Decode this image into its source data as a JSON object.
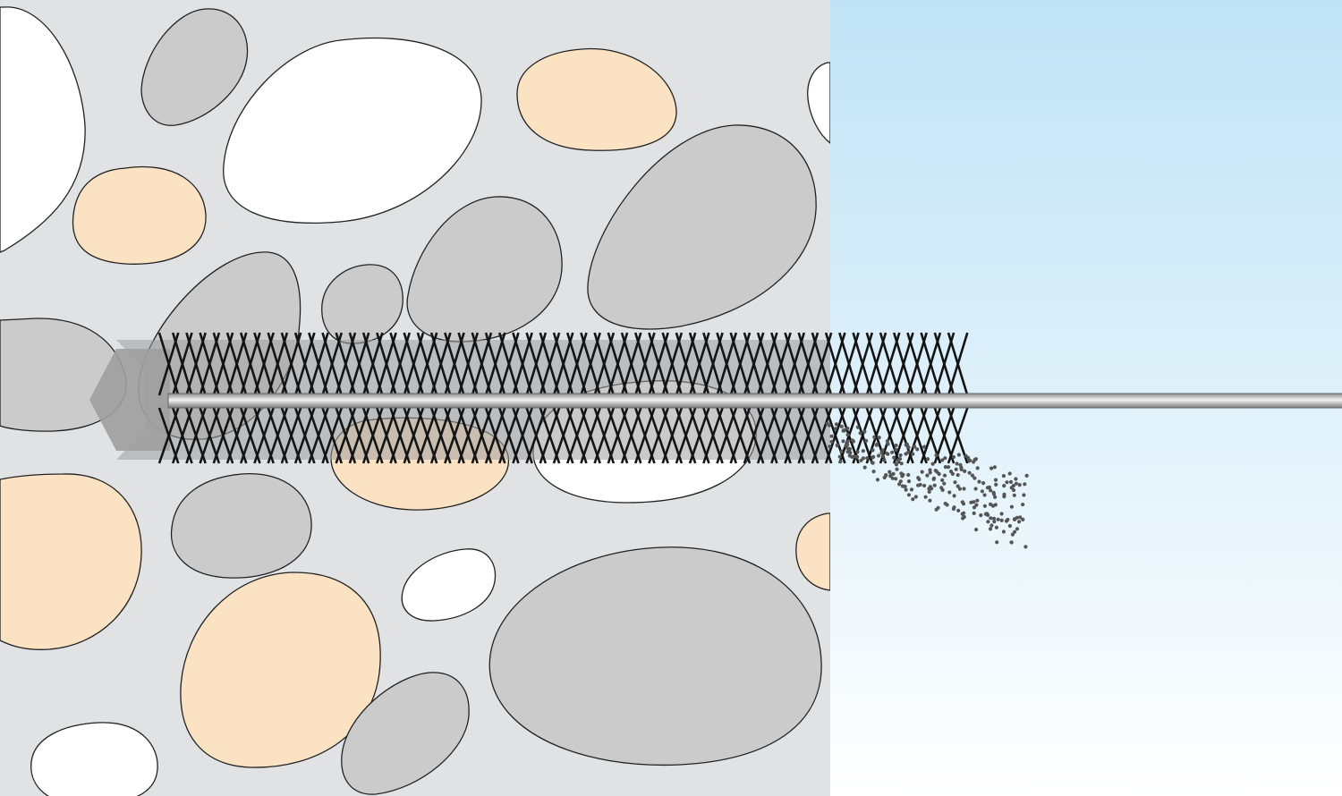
{
  "diagram": {
    "kind": "drill-hole cleaning with round brush",
    "colors": {
      "concrete": "#e1e2e4",
      "stone_gray": "#cbcbcb",
      "stone_white": "#ffffff",
      "stone_tan": "#fbe2c3",
      "outline": "#222222",
      "air_top": "#bfe3f6",
      "air_bottom": "#ffffff",
      "bristle": "#141414",
      "rod": "#c9c9c9",
      "hole": "#9e9e9e",
      "dust": "#555555"
    },
    "stones": [
      {
        "name": "stone-gray-1",
        "material": "gray"
      },
      {
        "name": "stone-white-1",
        "material": "white"
      },
      {
        "name": "stone-tan-1",
        "material": "tan"
      },
      {
        "name": "stone-white-2",
        "material": "white"
      },
      {
        "name": "stone-tan-2",
        "material": "tan"
      },
      {
        "name": "stone-gray-2",
        "material": "gray"
      },
      {
        "name": "stone-gray-3",
        "material": "gray"
      },
      {
        "name": "stone-gray-4",
        "material": "gray"
      },
      {
        "name": "stone-gray-5",
        "material": "gray"
      },
      {
        "name": "stone-white-3",
        "material": "white"
      },
      {
        "name": "stone-gray-6",
        "material": "gray"
      },
      {
        "name": "stone-tan-3",
        "material": "tan"
      },
      {
        "name": "stone-white-4",
        "material": "white"
      },
      {
        "name": "stone-tan-4",
        "material": "tan"
      },
      {
        "name": "stone-gray-7",
        "material": "gray"
      },
      {
        "name": "stone-tan-5",
        "material": "tan"
      },
      {
        "name": "stone-white-5",
        "material": "white"
      },
      {
        "name": "stone-tan-6",
        "material": "tan"
      },
      {
        "name": "stone-gray-8",
        "material": "gray"
      },
      {
        "name": "stone-gray-9",
        "material": "gray"
      },
      {
        "name": "stone-white-6",
        "material": "white"
      },
      {
        "name": "stone-gray-10",
        "material": "gray"
      }
    ],
    "brush": {
      "bristle_pairs": 58
    },
    "dust": {
      "particles": 260
    }
  }
}
